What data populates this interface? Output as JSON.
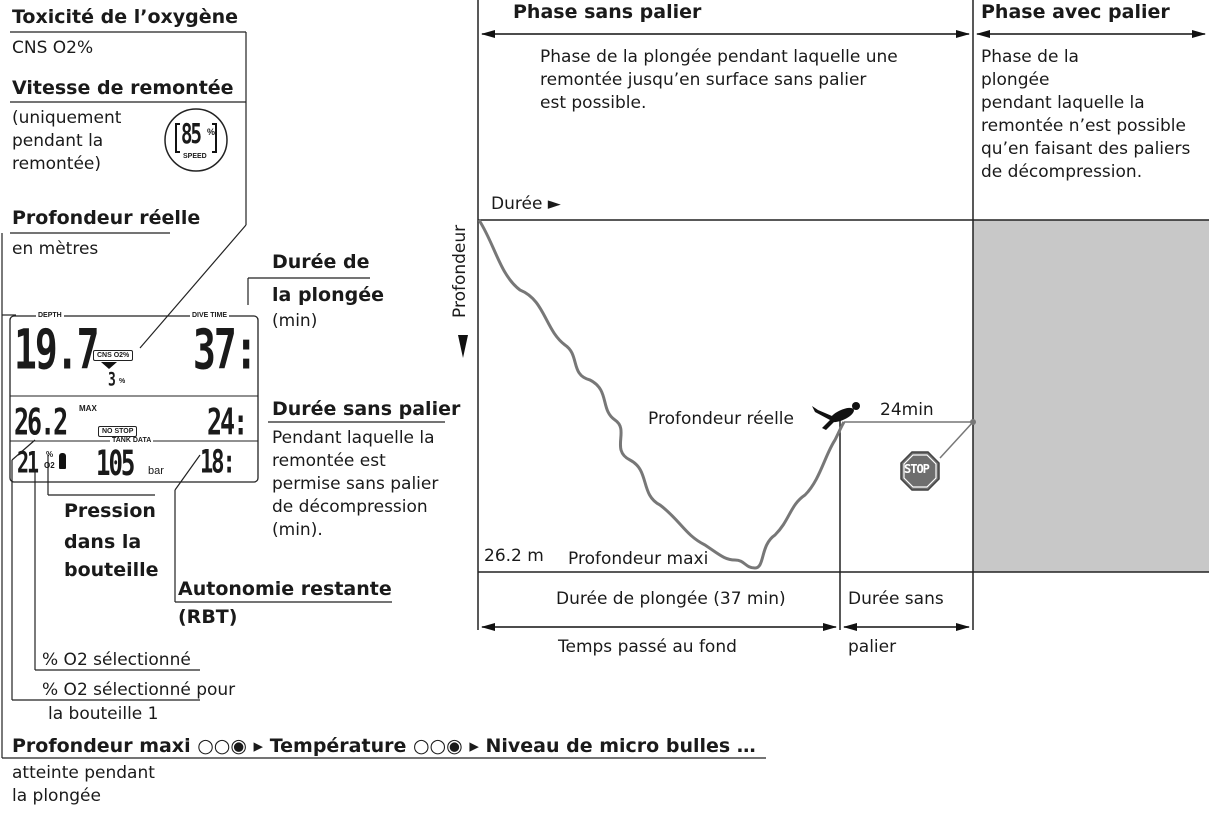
{
  "left_panel": {
    "toxicity_title": "Toxicité de l’oxygène",
    "toxicity_sub": "CNS O2%",
    "ascent_title": "Vitesse de remontée",
    "ascent_desc": [
      "(uniquement",
      "pendant la",
      "remontée)"
    ],
    "speed_icon": {
      "value": "85",
      "unit": "%",
      "label": "SPEED"
    },
    "depth_title": "Profondeur réelle",
    "depth_sub": "en mètres",
    "divetime_title": [
      "Durée de",
      "la plongée"
    ],
    "divetime_unit": "(min)",
    "nostop_title": "Durée sans palier",
    "nostop_desc": [
      "Pendant laquelle la",
      "remontée est",
      "permise sans palier",
      "de décompression",
      "(min)."
    ],
    "pressure_title": [
      "Pression",
      "dans la",
      "bouteille"
    ],
    "rbt_title": "Autonomie restante",
    "rbt_sub": "(RBT)",
    "o2_selected": "% O2 sélectionné",
    "o2_tank": [
      "% O2 sélectionné pour",
      "la bouteille 1"
    ],
    "bottom_line": "Profondeur maxi ○○◉ ▸ Température ○○◉ ▸ Niveau de micro bulles …",
    "bottom_desc": [
      "atteinte pendant",
      "la plongée"
    ]
  },
  "display": {
    "depth_label": "DEPTH",
    "depth_value": "19.7",
    "divetime_label": "DIVE TIME",
    "divetime_value": "37:",
    "cns_label": "CNS O2%",
    "cns_value": "3",
    "cns_unit": "%",
    "max_value": "26.2",
    "max_label": "MAX",
    "nostop_badge": "NO STOP",
    "nostop_value": "24:",
    "tank_label": "TANK DATA",
    "o2_value": "21",
    "o2_unit": "%",
    "o2_sub": "O2",
    "pressure_value": "105",
    "pressure_unit": "bar",
    "rbt_value": "18:"
  },
  "diagram": {
    "phase_nostop_title": "Phase sans palier",
    "phase_nostop_desc": [
      "Phase de la plongée pendant laquelle une",
      "remontée jusqu’en surface sans palier",
      "est possible."
    ],
    "phase_deco_title": "Phase avec palier",
    "phase_deco_desc": [
      "Phase de la",
      "plongée",
      "pendant laquelle la",
      "remontée n’est possible",
      "qu’en faisant des paliers",
      "de décompression."
    ],
    "duration_label": "Durée ►",
    "depth_axis": "Profondeur",
    "actual_depth": "Profondeur réelle",
    "time_24": "24min",
    "max_depth_value": "26.2 m",
    "max_depth_label": "Profondeur maxi",
    "dive_duration": "Durée de plongée (37 min)",
    "bottom_time": "Temps passé au fond",
    "nostop_time": [
      "Durée sans",
      "palier"
    ],
    "stop_sign": "STOP"
  },
  "colors": {
    "profile": "#777777",
    "deco_zone": "#c8c8c8",
    "stop_sign": "#6e6e6e"
  }
}
